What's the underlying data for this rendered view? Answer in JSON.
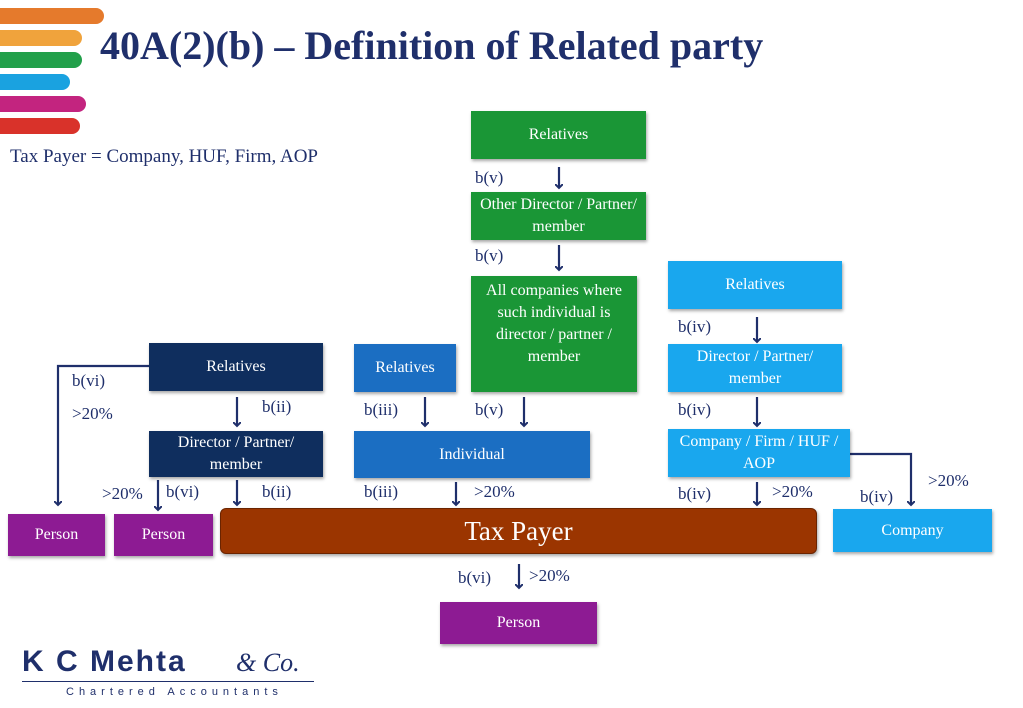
{
  "title": "40A(2)(b) – Definition of Related party",
  "subtitle": "Tax Payer = Company, HUF, Firm, AOP",
  "stripe_colors": [
    "#e57a2c",
    "#f0a33c",
    "#22a04a",
    "#1aa2e0",
    "#c3247f",
    "#d9322a"
  ],
  "boxes": {
    "top_relatives": "Relatives",
    "other_director": "Other Director / Partner/ member",
    "all_companies": "All companies where such individual is director / partner / member",
    "left_relatives": "Relatives",
    "left_director": "Director / Partner/ member",
    "mid_relatives": "Relatives",
    "individual": "Individual",
    "right_relatives": "Relatives",
    "right_director": "Director / Partner/ member",
    "right_company": "Company / Firm / HUF / AOP",
    "tax_payer": "Tax Payer",
    "person_left1": "Person",
    "person_left2": "Person",
    "person_bottom": "Person",
    "company_right": "Company"
  },
  "labels": {
    "bv1": "b(v)",
    "bv2": "b(v)",
    "bv3": "b(v)",
    "biv1": "b(iv)",
    "biv2": "b(iv)",
    "biv3": "b(iv)",
    "biv4": "b(iv)",
    "bvi1": "b(vi)",
    "bvi2": "b(vi)",
    "bvi3": "b(vi)",
    "bii1": "b(ii)",
    "bii2": "b(ii)",
    "biii1": "b(iii)",
    "biii2": "b(iii)",
    "pct_left_top": ">20%",
    "pct_left": ">20%",
    "pct_mid": ">20%",
    "pct_right": ">20%",
    "pct_far_right": ">20%",
    "pct_bottom": ">20%"
  },
  "logo": {
    "name": "K C Mehta",
    "co": "& Co.",
    "tagline": "Chartered Accountants"
  }
}
